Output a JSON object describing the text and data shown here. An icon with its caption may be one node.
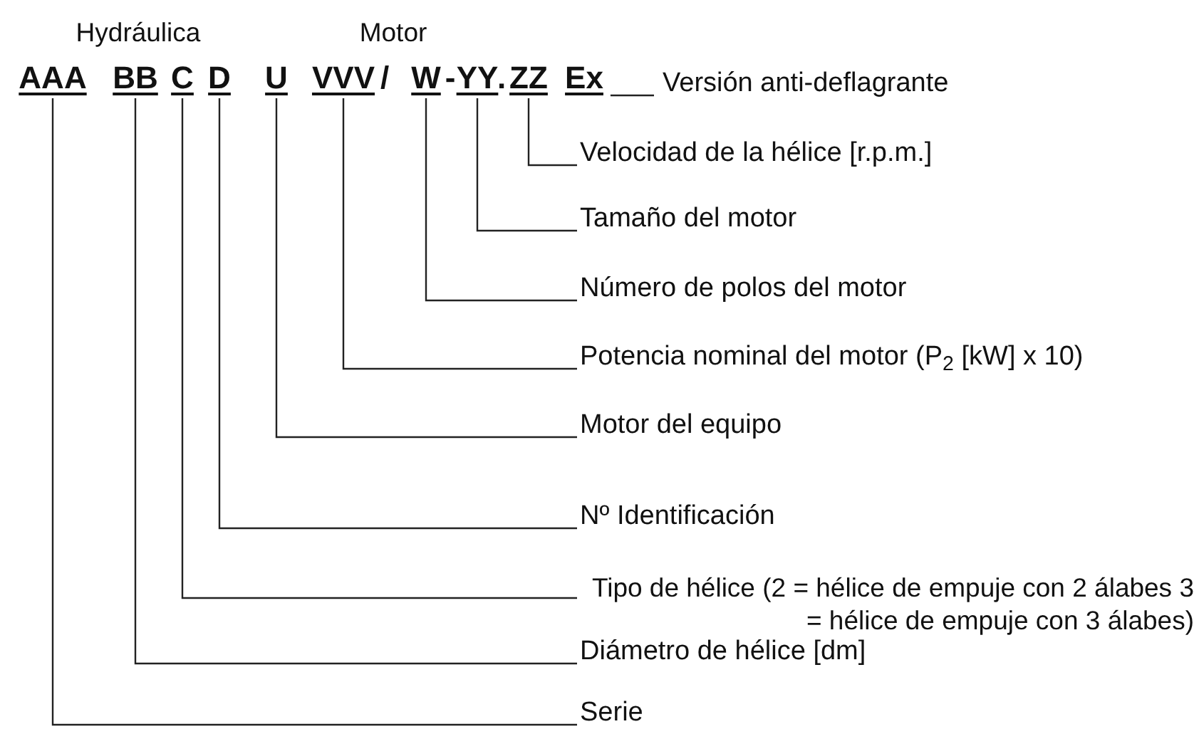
{
  "diagram": {
    "nodes": [
      {
        "text": [
          "AAA"
        ]
      },
      {
        "text": [
          "BB"
        ]
      },
      {
        "text": [
          "C"
        ]
      },
      {
        "text": [
          "D"
        ]
      },
      {
        "text": [
          "U"
        ]
      },
      {
        "text": [
          "VVV"
        ]
      },
      {
        "text": [
          "W"
        ]
      },
      {
        "text": [
          "YY"
        ]
      },
      {
        "text": [
          "ZZ"
        ]
      },
      {
        "text": [
          "Ex"
        ]
      },
      {
        "text": [
          "Versión anti-deflagrante"
        ]
      },
      {
        "text": [
          "Velocidad de la hélice [r.p.m.]"
        ]
      },
      {
        "text": [
          "Tamaño del motor"
        ]
      },
      {
        "text": [
          "Número de polos del motor"
        ]
      },
      {
        "text": [
          "Potencia nominal del motor (P$_{2}$ [kW] x 10)"
        ]
      },
      {
        "text": [
          "Motor del equipo"
        ]
      },
      {
        "text": [
          "Nº Identificación"
        ]
      },
      {
        "text": [
          "Tipo de hélice (2 = hélice de empuje con 2 álabes 3 = hélice de empuje con 3 álabes)"
        ]
      },
      {
        "text": [
          "Diámetro de hélice [dm]"
        ]
      },
      {
        "text": [
          "Serie"
        ]
      }
    ],
    "edges": [
      {
        "from": 10,
        "to": 9,
        "arrow": "none"
      },
      {
        "from": 11,
        "to": 8,
        "arrow": "none"
      },
      {
        "from": 12,
        "to": 7,
        "arrow": "none"
      },
      {
        "from": 13,
        "to": 6,
        "arrow": "none"
      },
      {
        "from": 14,
        "to": 5,
        "arrow": "none"
      },
      {
        "from": 15,
        "to": 4,
        "arrow": "none"
      },
      {
        "from": 16,
        "to": 3,
        "arrow": "none"
      },
      {
        "from": 17,
        "to": 2,
        "arrow": "none"
      },
      {
        "from": 18,
        "to": 1,
        "arrow": "none"
      },
      {
        "from": 19,
        "to": 0,
        "arrow": "none"
      }
    ],
    "labels": [
      "Hydráulica",
      "Motor",
      "/",
      "-",
      "."
    ]
  }
}
